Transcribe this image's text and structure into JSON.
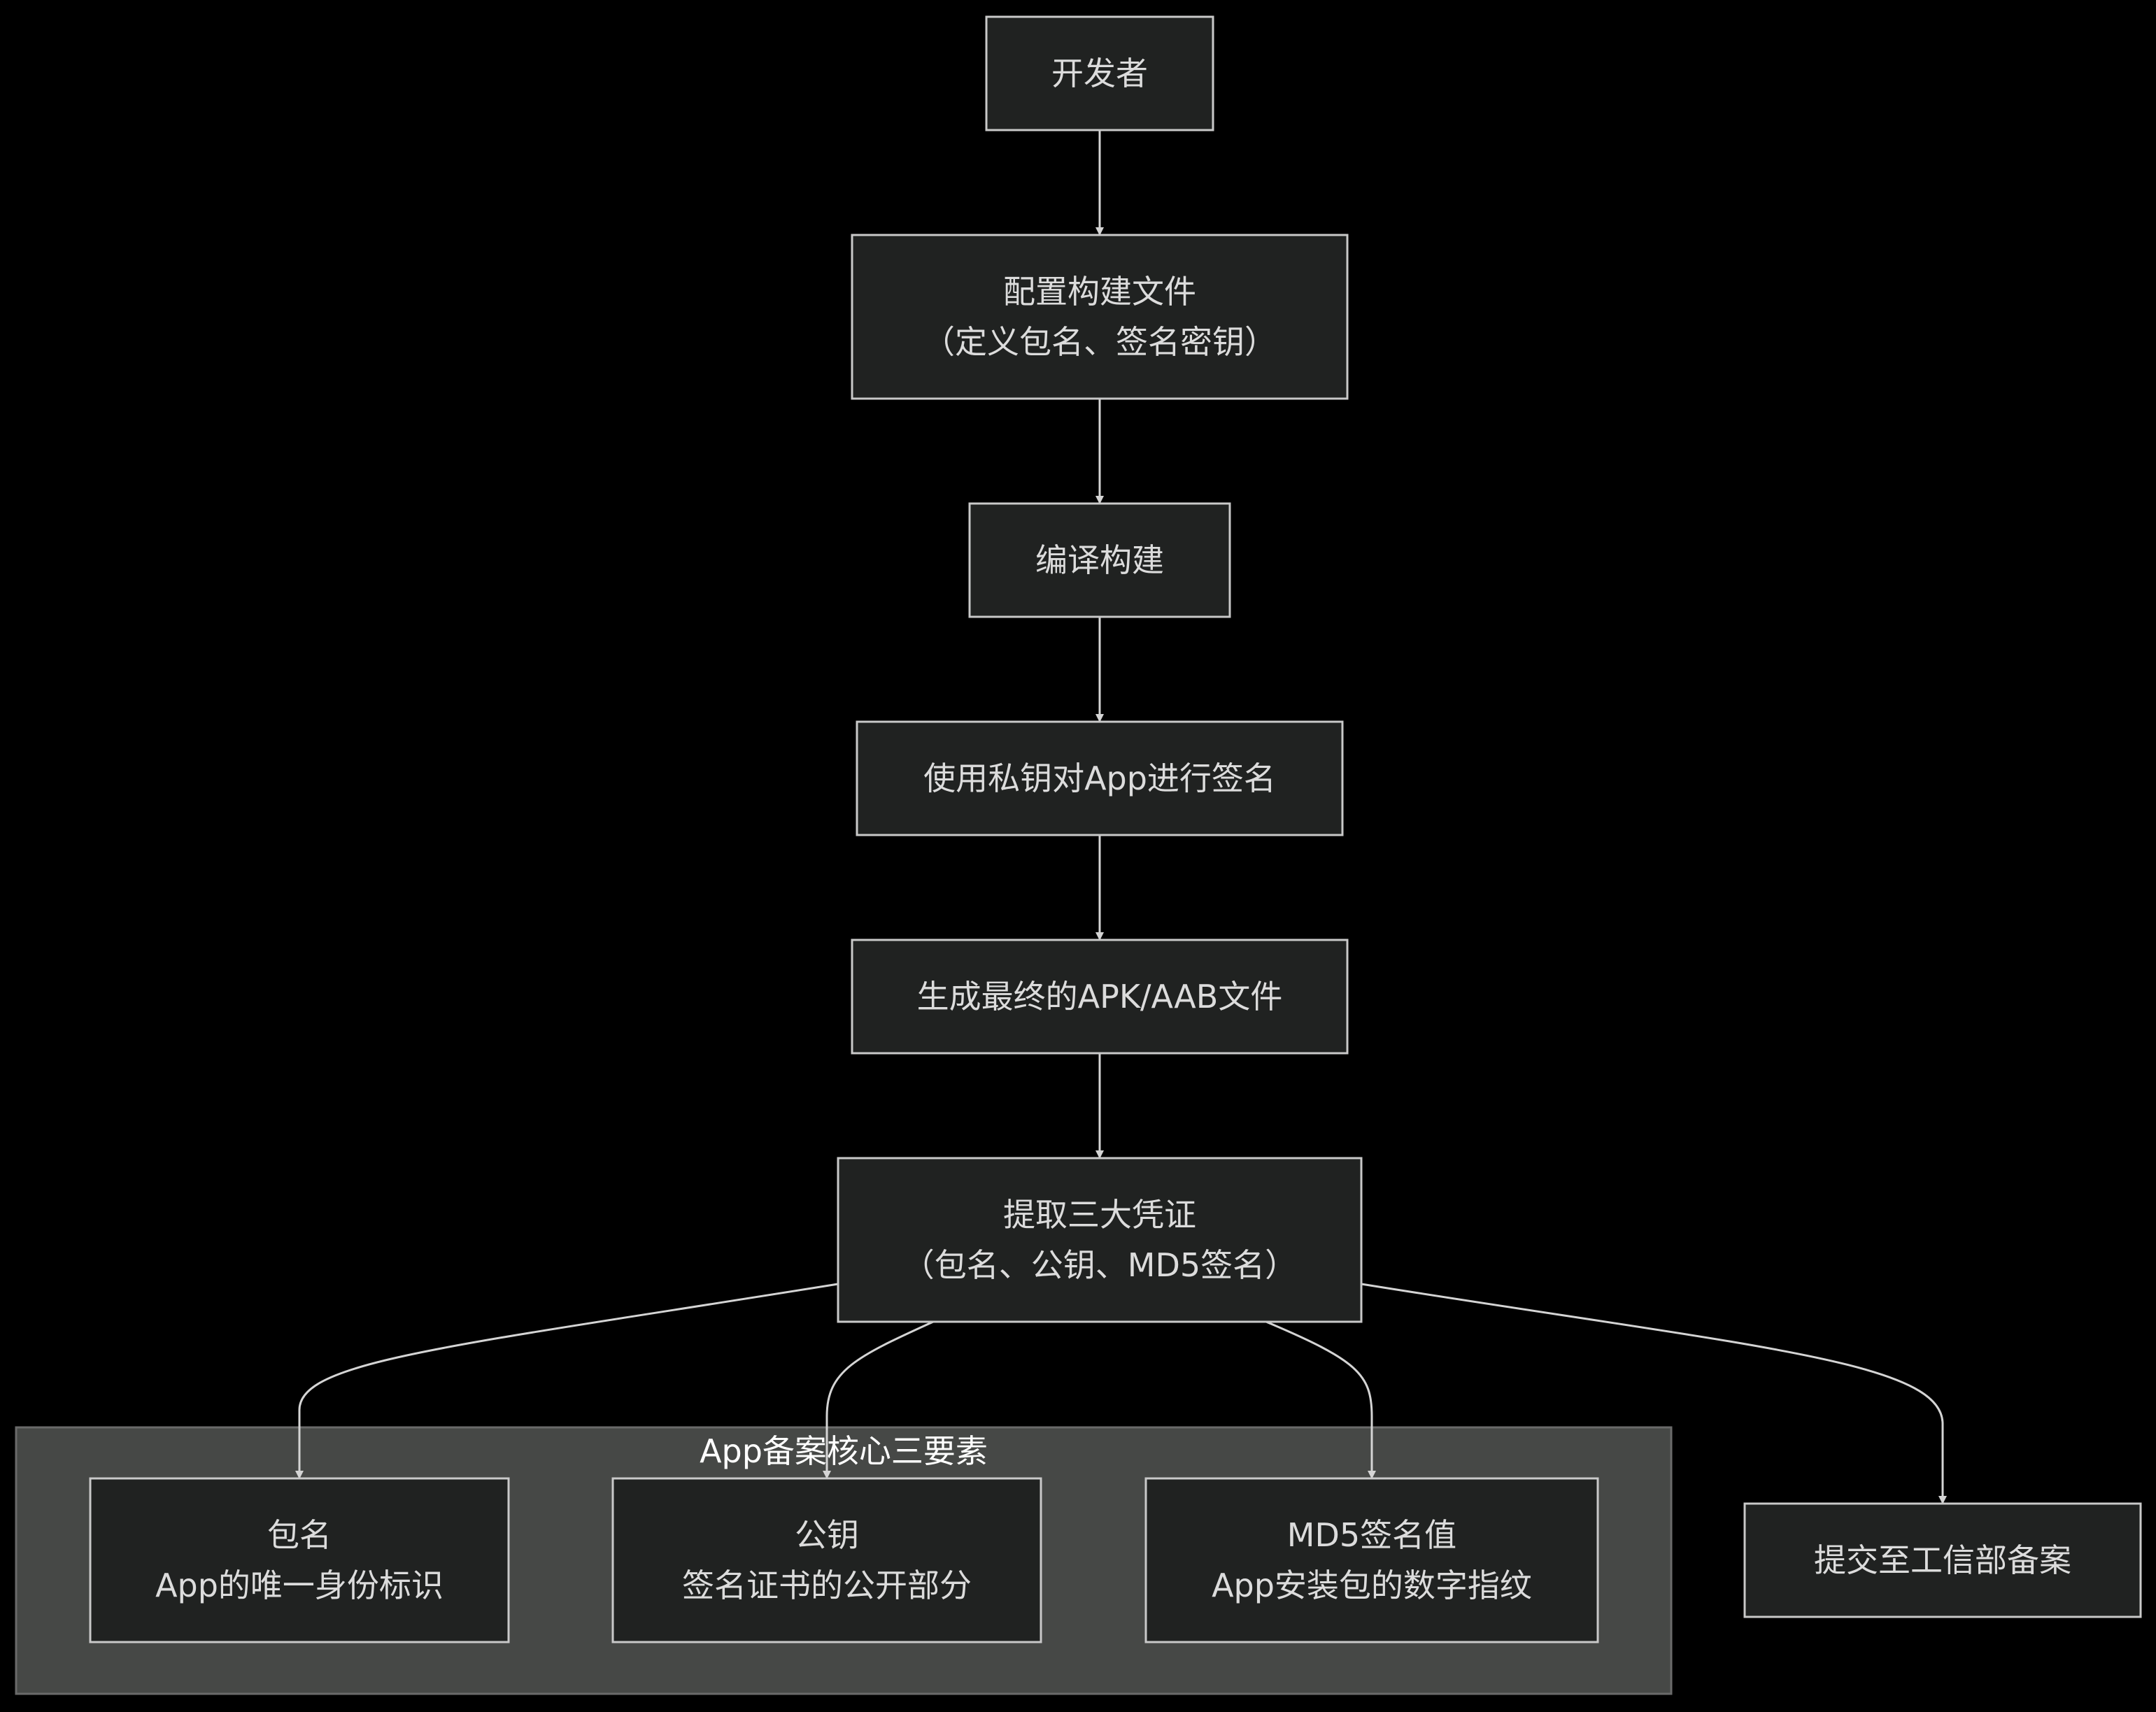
{
  "colors": {
    "background": "#000000",
    "node_fill": "#202221",
    "node_stroke": "#c9c9c9",
    "group_fill": "#464846",
    "group_stroke": "#6a6a6a",
    "edge": "#d4d4d4",
    "text": "#dcdcdc",
    "group_title_text": "#ffffff"
  },
  "nodes": {
    "developer": [
      "开发者"
    ],
    "config": [
      "配置构建文件",
      "（定义包名、签名密钥）"
    ],
    "compile": [
      "编译构建"
    ],
    "sign": [
      "使用私钥对App进行签名"
    ],
    "generate": [
      "生成最终的APK/AAB文件"
    ],
    "extract": [
      "提取三大凭证",
      "（包名、公钥、MD5签名）"
    ],
    "package_name": [
      "包名",
      "App的唯一身份标识"
    ],
    "public_key": [
      "公钥",
      "签名证书的公开部分"
    ],
    "md5": [
      "MD5签名值",
      "App安装包的数字指纹"
    ],
    "submit": [
      "提交至工信部备案"
    ]
  },
  "group": {
    "title": "App备案核心三要素",
    "members": [
      "package_name",
      "public_key",
      "md5"
    ]
  },
  "edges": [
    {
      "from": "developer",
      "to": "config"
    },
    {
      "from": "config",
      "to": "compile"
    },
    {
      "from": "compile",
      "to": "sign"
    },
    {
      "from": "sign",
      "to": "generate"
    },
    {
      "from": "generate",
      "to": "extract"
    },
    {
      "from": "extract",
      "to": "package_name"
    },
    {
      "from": "extract",
      "to": "public_key"
    },
    {
      "from": "extract",
      "to": "md5"
    },
    {
      "from": "extract",
      "to": "submit"
    }
  ]
}
